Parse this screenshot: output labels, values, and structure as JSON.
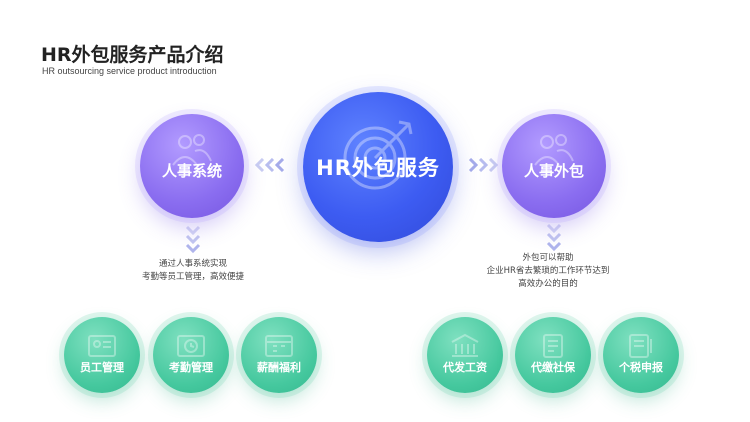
{
  "header": {
    "title": "HR外包服务产品介绍",
    "subtitle": "HR outsourcing service product introduction"
  },
  "center": {
    "label": "HR外包服务",
    "icon": "target-icon"
  },
  "left": {
    "label": "人事系统",
    "icon": "people-icon",
    "description": [
      "通过人事系统实现",
      "考勤等员工管理，高效便捷"
    ],
    "items": [
      {
        "label": "员工管理",
        "icon": "id-card-icon"
      },
      {
        "label": "考勤管理",
        "icon": "clock-icon"
      },
      {
        "label": "薪酬福利",
        "icon": "calendar-icon"
      }
    ]
  },
  "right": {
    "label": "人事外包",
    "icon": "people-icon",
    "description": [
      "外包可以帮助",
      "企业HR省去繁琐的工作环节达到",
      "高效办公的目的"
    ],
    "items": [
      {
        "label": "代发工资",
        "icon": "building-icon"
      },
      {
        "label": "代缴社保",
        "icon": "document-icon"
      },
      {
        "label": "个税申报",
        "icon": "form-icon"
      }
    ]
  },
  "colors": {
    "center": "#3d5cf2",
    "secondary": "#8a6df0",
    "tertiary": "#45c89e",
    "arrow": "#c8ccf0"
  }
}
